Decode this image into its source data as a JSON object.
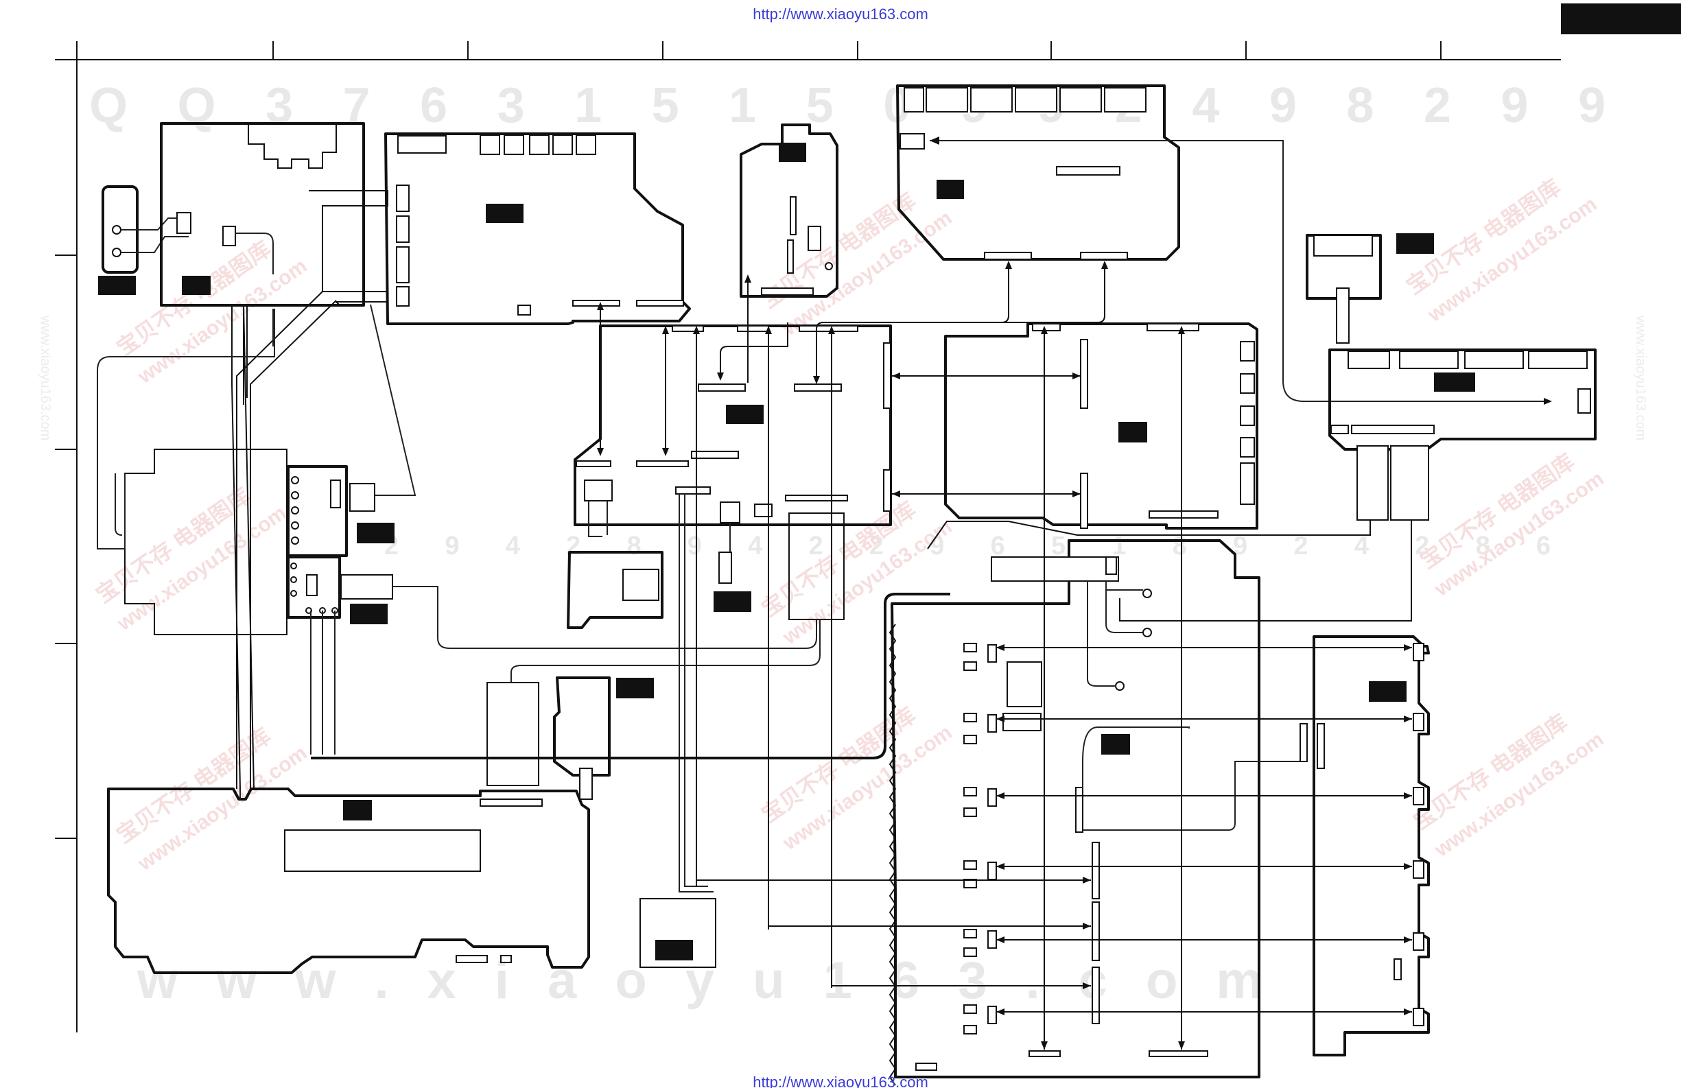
{
  "header": {
    "url_top": "http://www.xiaoyu163.com"
  },
  "footer": {
    "url_bottom": "http://www.xiaoyu163.com"
  },
  "watermarks": {
    "digits_top": "Q Q 3 7 6 3 1 5 1 5 0   9 9 2 4 9 8 2 9 9",
    "digits_mid": "2 9 4 2 8 9 4 2 2 9 6 5 1   8 9 2 4 2 8 6",
    "website": "w w w . x i a o y u 1 6 3 . c o m",
    "stamp_cn": "宝贝不存 电器图库",
    "stamp_url": "www.xiaoyu163.com"
  },
  "colors": {
    "ink": "#111111",
    "watermark_gray": "#e8e8e8",
    "watermark_red": "#f2d0d0",
    "link": "#3b3bd6"
  }
}
